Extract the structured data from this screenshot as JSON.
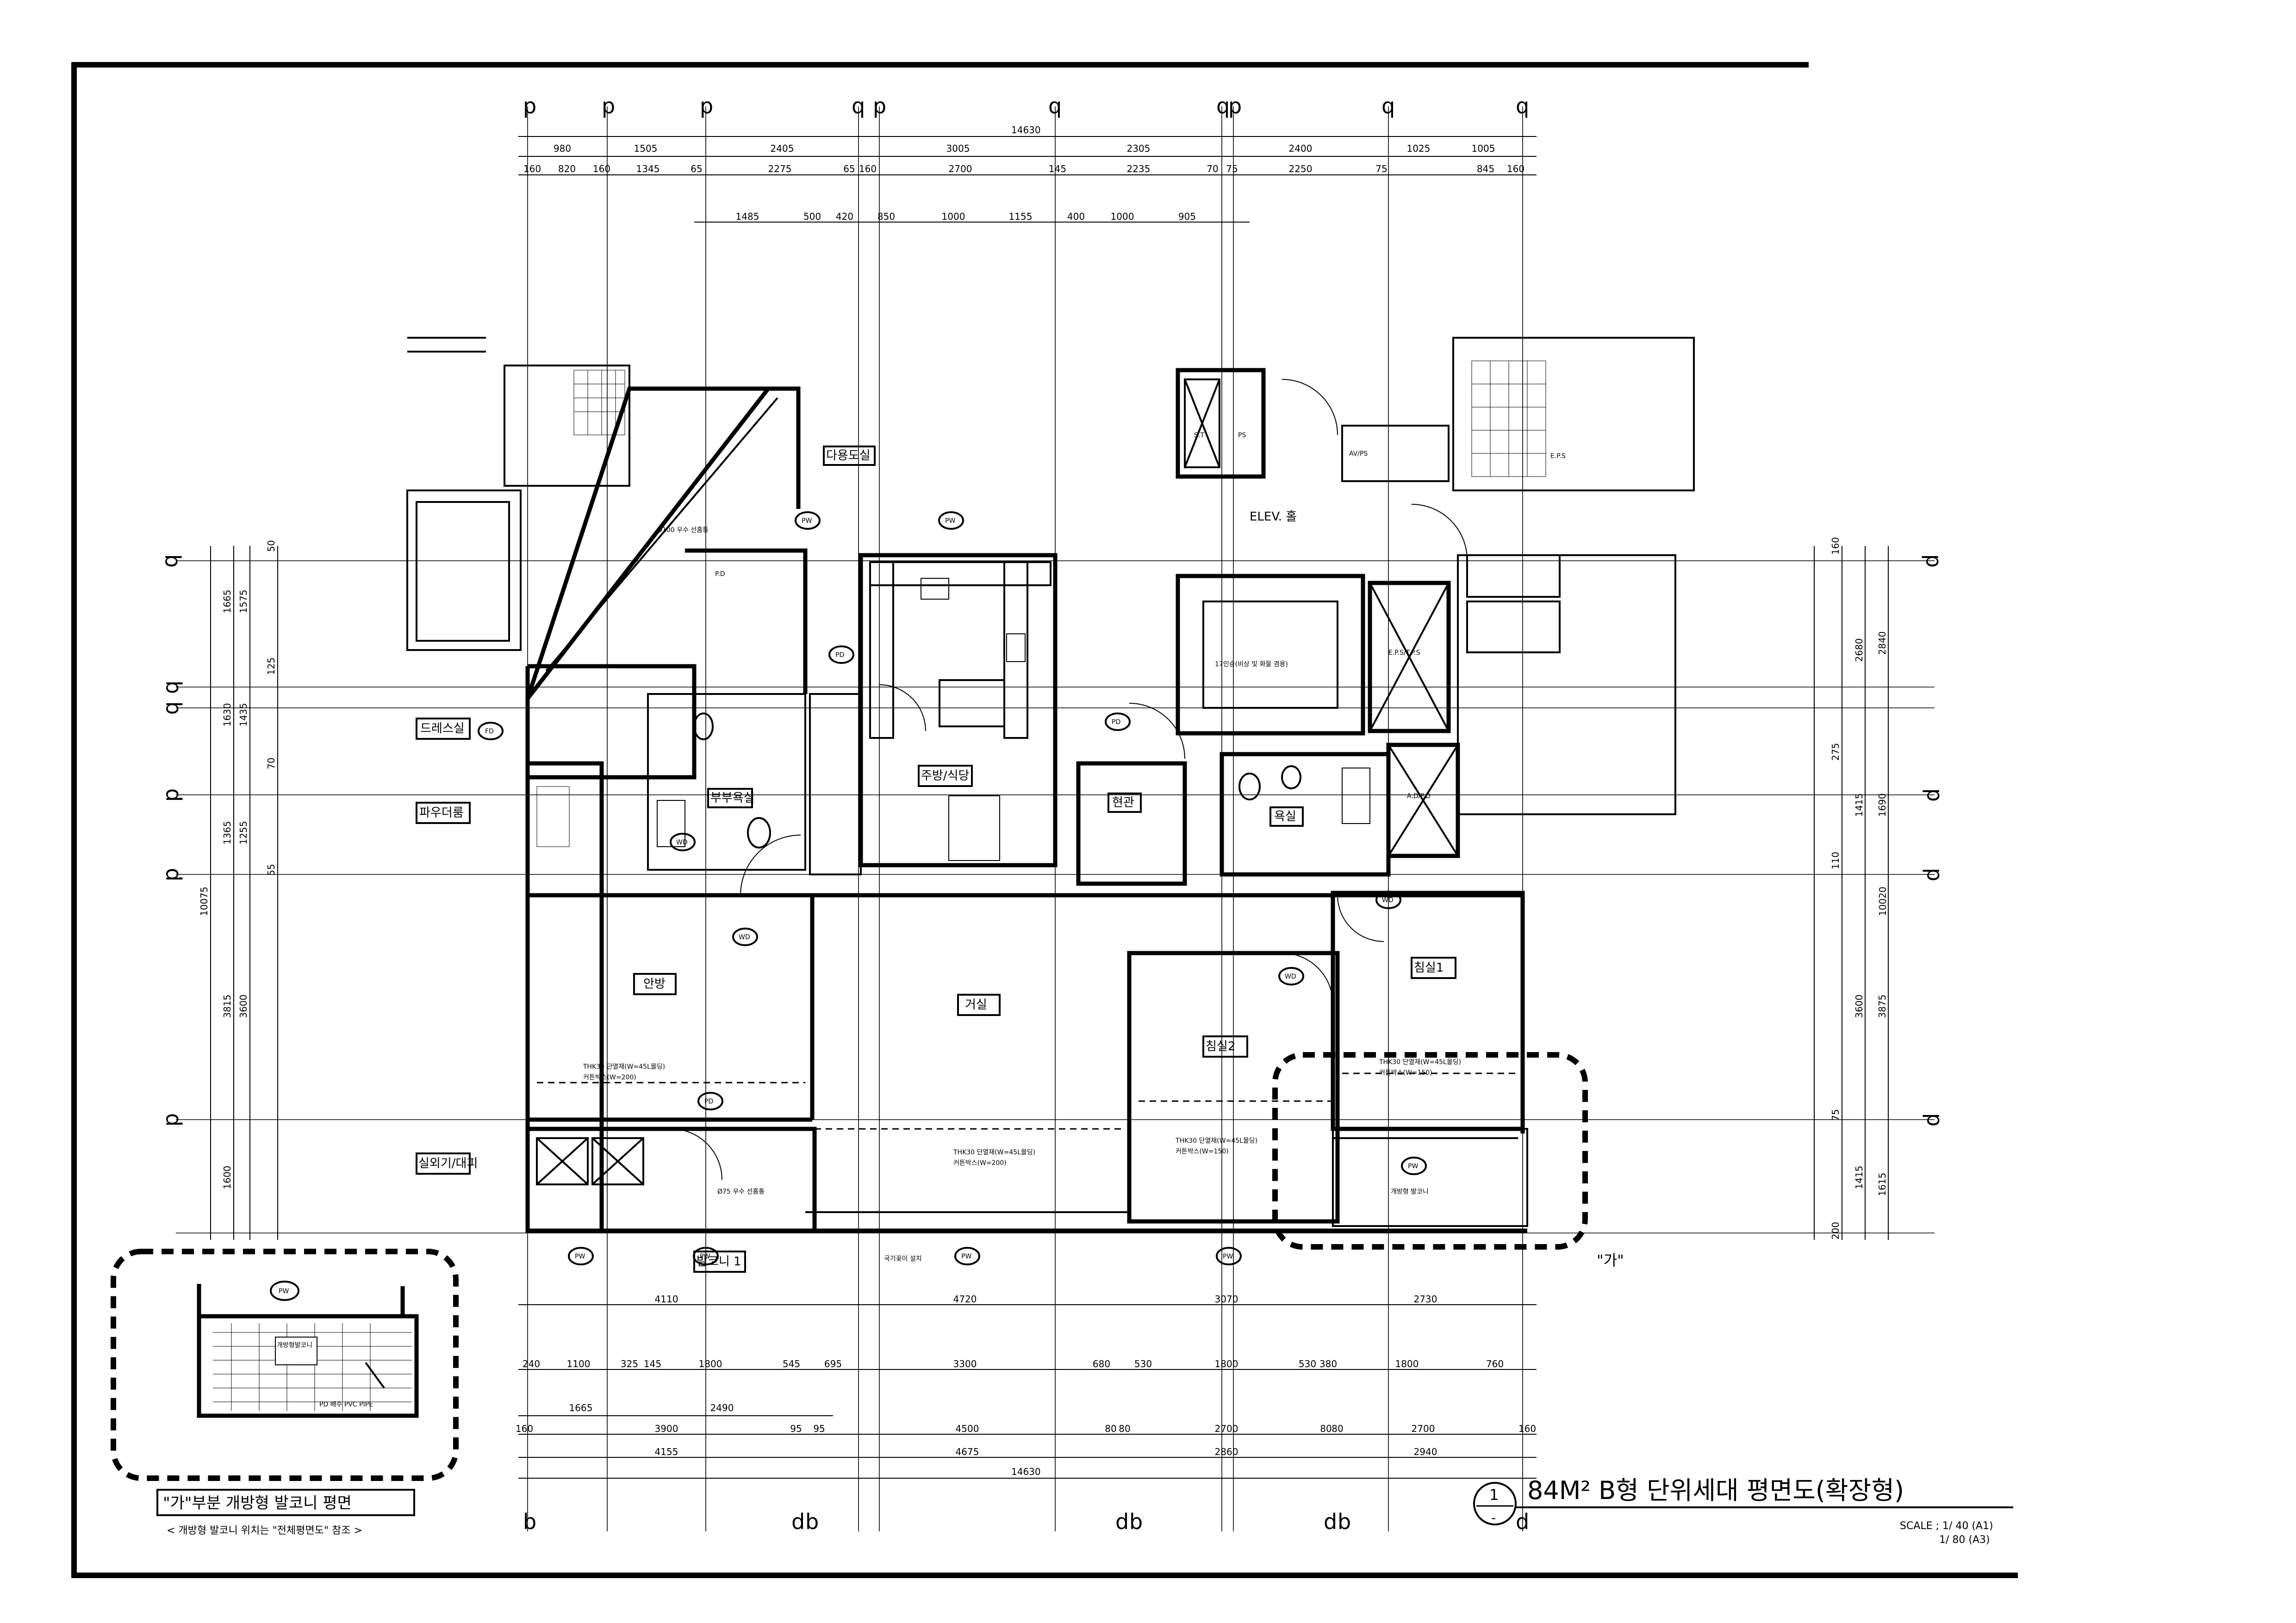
{
  "title": {
    "drawing_no": "1",
    "drawing_sub": "-",
    "name": "84M² B형 단위세대 평면도(확장형)",
    "scale_a1": "SCALE ; 1/ 40 (A1)",
    "scale_a3": "1/ 80 (A3)"
  },
  "inset": {
    "title": "\"가\"부분 개방형 발코니 평면",
    "note": "< 개방형 발코니 위치는 \"전체평면도\" 참조 >",
    "room": "개방형발코니",
    "tag": "PW",
    "pipe": "PD 배수 PVC PIPE"
  },
  "marker_label": "\"가\"",
  "top_dims": {
    "total": "14630",
    "row1": [
      "980",
      "1505",
      "2405",
      "3005",
      "2305",
      "2400",
      "1025",
      "1005"
    ],
    "row2": [
      "160",
      "820",
      "160",
      "1345",
      "65",
      "2275",
      "65",
      "160",
      "2700",
      "145",
      "2235",
      "70",
      "75",
      "2250",
      "75",
      "845",
      "160"
    ],
    "row3": [
      "1485",
      "500",
      "420",
      "850",
      "1000",
      "1155",
      "400",
      "1000",
      "905"
    ]
  },
  "bottom_dims": {
    "row1": [
      "4110",
      "4720",
      "3070",
      "2730"
    ],
    "row2": [
      "240",
      "1100",
      "325",
      "145",
      "1800",
      "545",
      "695",
      "3300",
      "680",
      "530",
      "1800",
      "530",
      "380",
      "1800",
      "760"
    ],
    "row3": [
      "1665",
      "2490"
    ],
    "row4": [
      "160",
      "3900",
      "95",
      "95",
      "4500",
      "80",
      "80",
      "2700",
      "80",
      "80",
      "2700",
      "160"
    ],
    "row5": [
      "4155",
      "4675",
      "2860",
      "2940"
    ],
    "total": "14630"
  },
  "left_dims": {
    "outer": "10075",
    "row1": [
      "1665",
      "1630",
      "1365",
      "3815",
      "1600"
    ],
    "row2": [
      "1575",
      "1435",
      "1255",
      "3600"
    ],
    "row3": [
      "50",
      "125",
      "70",
      "55"
    ]
  },
  "right_dims": {
    "outer": "10020",
    "row1": [
      "2840",
      "1690",
      "3875",
      "1615"
    ],
    "row2": [
      "2680",
      "1415",
      "3600",
      "1415"
    ],
    "row3": [
      "160",
      "275",
      "110",
      "75",
      "200"
    ]
  },
  "rooms": {
    "dressroom": "드레스실",
    "powder": "파우더룸",
    "master_bath": "부부욕실",
    "kitchen": "주방/식당",
    "entrance": "현관",
    "bath": "욕실",
    "multi": "다용도실",
    "elev_hall": "ELEV. 홀",
    "master_bed": "안방",
    "living": "거실",
    "bed2": "침실2",
    "bed1": "침실1",
    "outdoor_unit": "실외기/대피",
    "balcony1": "발코니 1",
    "open_balcony": "개방형 발코니",
    "st": "S.T",
    "ps": "PS",
    "avps": "AV/PS",
    "eps": "E.P.S",
    "epstps": "E.P.S/T.P.S",
    "adpd": "A.D/P.D",
    "pd": "P.D",
    "elev_note": "17인승(비상 및 화물 겸용)"
  },
  "notes": {
    "n1": "THK30 단열재(W=45L몰딩)",
    "n2": "커튼박스(W=200)",
    "n3": "커튼박스(W=150)",
    "n4": "국기꽂이 설치",
    "n5": "Ø100 우수 선홈통",
    "n6": "Ø75 우수 선홈통"
  },
  "tags": {
    "pw": "PW",
    "wd": "WD",
    "pd": "PD",
    "fd": "FD"
  }
}
